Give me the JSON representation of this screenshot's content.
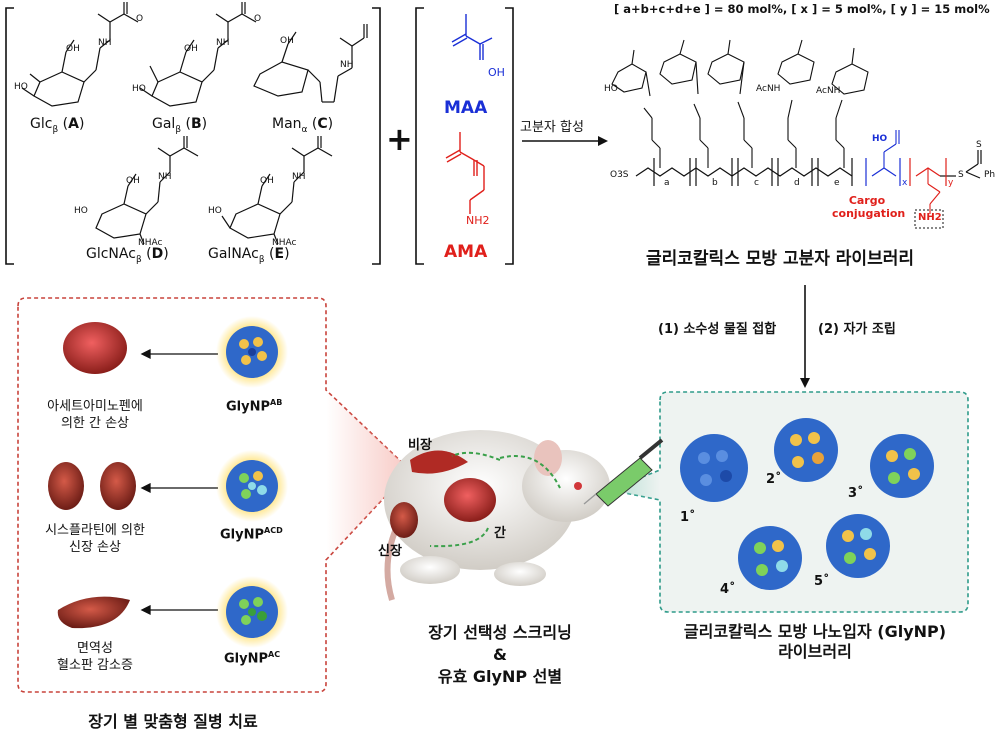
{
  "monomers": {
    "A": {
      "label_pre": "Glc",
      "sub": "β",
      "code": "A"
    },
    "B": {
      "label_pre": "Gal",
      "sub": "β",
      "code": "B"
    },
    "C": {
      "label_pre": "Man",
      "sub": "α",
      "code": "C"
    },
    "D": {
      "label_pre": "GlcNAc",
      "sub": "β",
      "code": "D"
    },
    "E": {
      "label_pre": "GalNAc",
      "sub": "β",
      "code": "E"
    }
  },
  "chem_labels": {
    "ho": "HO",
    "oh": "OH",
    "o": "O",
    "h": "H",
    "n": "N",
    "nh": "NH",
    "nhac": "NHAc",
    "acnh": "AcNH",
    "oh_acid": "HO",
    "o3s": "O3S",
    "s": "S",
    "ph": "Ph",
    "sub_a": "a",
    "sub_b": "b",
    "sub_c": "c",
    "sub_d": "d",
    "sub_e": "e",
    "sub_x": "x",
    "sub_y": "y"
  },
  "plus": "+",
  "maa": {
    "label": "MAA",
    "oh": "OH",
    "color": "#1a2fd6"
  },
  "ama": {
    "label": "AMA",
    "nh2": "NH2",
    "color": "#e0201b"
  },
  "arrow_polymerization": "고분자 합성",
  "composition": "[ a+b+c+d+e ] = 80 mol%, [ x ] = 5 mol%, [ y ] = 15 mol%",
  "cargo": "Cargo\nconjugation",
  "cargo_nh2": "NH2",
  "polymer_library": "글리코칼릭스 모방 고분자 라이브러리",
  "step1": "(1) 소수성 물질 접합",
  "step2": "(2) 자가 조립",
  "np_library": "글리코칼릭스 모방 나노입자 (GlyNP)\n라이브러리",
  "np_labels": [
    "1˚",
    "2˚",
    "3˚",
    "4˚",
    "5˚"
  ],
  "screening": "장기 선택성 스크리닝\n&\n유효 GlyNP 선별",
  "organs": {
    "spleen": "비장",
    "kidney": "신장",
    "liver": "간"
  },
  "therapy_title": "장기 별 맞춤형 질병 치료",
  "therapies": [
    {
      "disease": "아세트아미노펜에\n의한 간 손상",
      "np": "GlyNP",
      "np_sup": "AB"
    },
    {
      "disease": "시스플라틴에 의한\n신장 손상",
      "np": "GlyNP",
      "np_sup": "ACD"
    },
    {
      "disease": "면역성\n혈소판 감소증",
      "np": "GlyNP",
      "np_sup": "AC"
    }
  ],
  "colors": {
    "maa": "#1a2fd6",
    "ama": "#e0201b",
    "red_panel": "#c8433b",
    "teal_panel": "#2f9b8a"
  }
}
